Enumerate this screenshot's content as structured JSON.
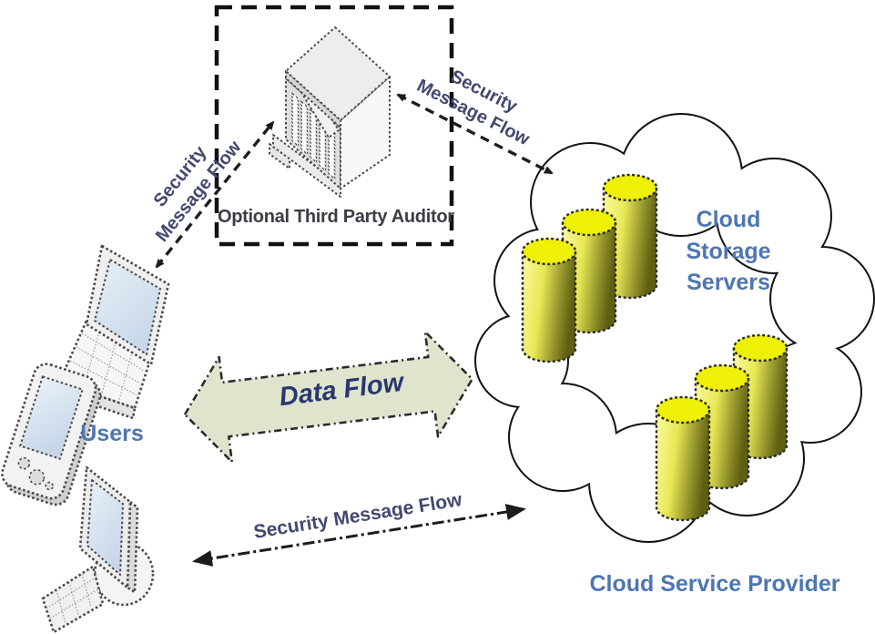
{
  "diagram": {
    "type": "architecture-diagram",
    "nodes": {
      "users": {
        "label": "Users",
        "icons": [
          "laptop-icon",
          "pda-phone-icon",
          "desktop-monitor-icon",
          "keyboard-icon"
        ]
      },
      "auditor": {
        "label": "Optional Third Party Auditor",
        "icon": "bank-server-icon",
        "container": "dashed-box"
      },
      "cloud": {
        "label_lines": [
          "Cloud",
          "Storage",
          "Servers"
        ],
        "provider_label": "Cloud Service Provider",
        "icon": "storage-cylinder-icon",
        "cylinder_count": 6
      }
    },
    "edges": {
      "data_flow": {
        "label": "Data Flow",
        "style": "block-double-arrow",
        "between": [
          "users",
          "cloud"
        ]
      },
      "security_users_auditor": {
        "label_lines": [
          "Security",
          "Message Flow"
        ],
        "style": "dashed-double-arrow",
        "between": [
          "users",
          "auditor"
        ]
      },
      "security_auditor_cloud": {
        "label_lines": [
          "Security",
          "Message Flow"
        ],
        "style": "dashed-double-arrow",
        "between": [
          "auditor",
          "cloud"
        ]
      },
      "security_users_cloud": {
        "label": "Security Message Flow",
        "style": "dashdot-double-arrow",
        "between": [
          "users",
          "cloud"
        ]
      }
    },
    "colors": {
      "label_blue": "#4d76b2",
      "flow_label_ink": "#42486e",
      "data_flow_text": "#29386e",
      "block_arrow_fill": "#dfe4cd",
      "cylinder_top_yellow": "#eef005",
      "cylinder_body_light": "#fbfba0",
      "cylinder_body_dark": "#5f5f12",
      "outline_ink": "#1c1c1c",
      "background": "#ffffff"
    }
  }
}
